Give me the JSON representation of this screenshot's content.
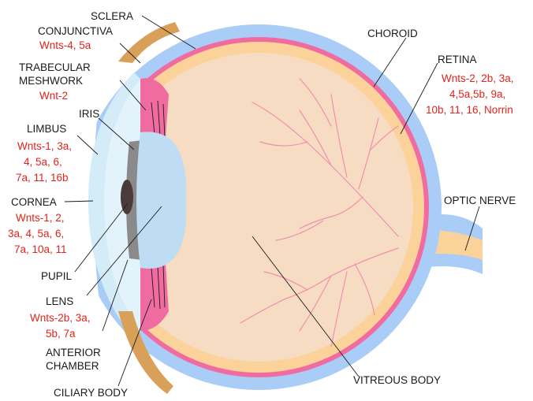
{
  "colors": {
    "sclera": "#a9cdf6",
    "choroid": "#f06ca0",
    "retina": "#fbd39a",
    "vitreous": "#f7dcc4",
    "lens": "#bedcf3",
    "cornea": "#d3ecf8",
    "iris": "#8a8a8a",
    "pupil": "#4a3a3a",
    "conjunctiva": "#d9a05a",
    "label_text": "#1a1a1a",
    "gene_text": "#e0241b"
  },
  "labels": {
    "sclera": "SCLERA",
    "conjunctiva": "CONJUNCTIVA",
    "trabecular_1": "TRABECULAR",
    "trabecular_2": "MESHWORK",
    "iris": "IRIS",
    "limbus": "LIMBUS",
    "cornea": "CORNEA",
    "pupil": "PUPIL",
    "lens": "LENS",
    "anterior_1": "ANTERIOR",
    "anterior_2": "CHAMBER",
    "ciliary": "CILIARY BODY",
    "choroid": "CHOROID",
    "retina": "RETINA",
    "optic_nerve": "OPTIC NERVE",
    "vitreous": "VITREOUS BODY"
  },
  "genes": {
    "conjunctiva": [
      "Wnts-4, 5a"
    ],
    "trabecular": [
      "Wnt-2"
    ],
    "limbus": [
      "Wnts-1, 3a,",
      "4, 5a, 6,",
      "7a, 11, 16b"
    ],
    "cornea": [
      "Wnts-1, 2,",
      "3a, 4, 5a, 6,",
      "7a, 10a, 11"
    ],
    "lens": [
      "Wnts-2b, 3a,",
      "5b, 7a"
    ],
    "retina": [
      "Wnts-2, 2b, 3a,",
      "4,5a,5b, 9a,",
      "10b, 11, 16, Norrin"
    ]
  }
}
